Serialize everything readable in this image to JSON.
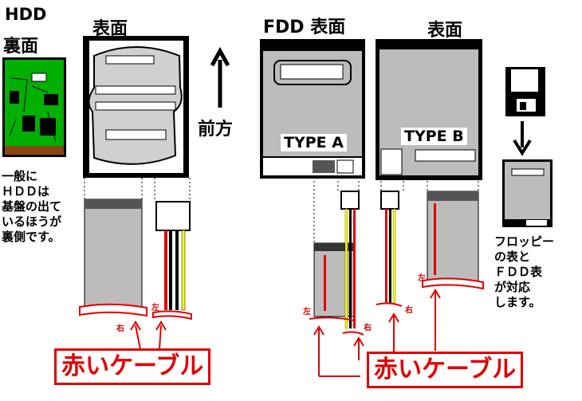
{
  "labels": {
    "hdd": "HDD",
    "hdd_back": "裏面",
    "hdd_front": "表面",
    "fdd_front": "FDD 表面",
    "fdd_front2": "表面",
    "forward": "前方",
    "type_a": "TYPE A",
    "type_b": "TYPE B",
    "left": "左",
    "right": "右"
  },
  "notes": {
    "hdd_note": "一般に\nＨＤＤは\n基盤の出て\nいるほうが\n裏側です。",
    "floppy_note": "フロッピー\nの表と\nＦＤＤ表\nが対応\nします。"
  },
  "callouts": {
    "red_cable_left": "赤いケーブル",
    "red_cable_right": "赤いケーブル"
  },
  "colors": {
    "red": "#e00000",
    "gray": "#bcbcbc",
    "green": "#00b000",
    "brown": "#8b4513",
    "yellow": "#ffff00"
  }
}
